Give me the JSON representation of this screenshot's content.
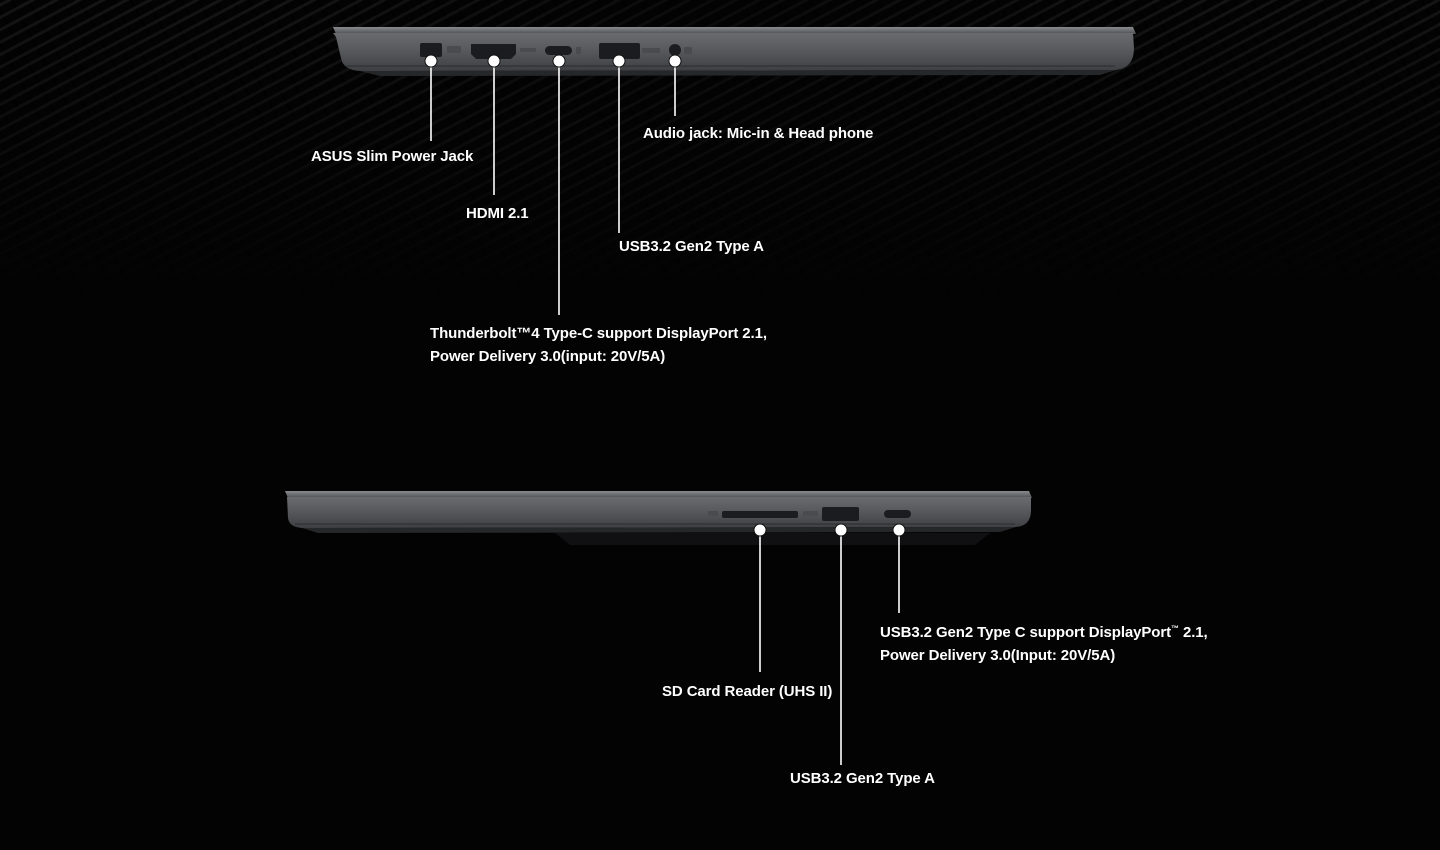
{
  "colors": {
    "background": "#030303",
    "laptop_body": "#5a5b5f",
    "laptop_lid": "#6b6c70",
    "port": "#1b1c1f",
    "callout": "#ffffff"
  },
  "left_side": {
    "labels": {
      "power_jack": "ASUS Slim Power Jack",
      "hdmi": "HDMI 2.1",
      "thunderbolt_line1": "Thunderbolt™4 Type-C support DisplayPort 2.1,",
      "thunderbolt_line2": "Power Delivery 3.0(input: 20V/5A)",
      "usb_a": "USB3.2 Gen2 Type A",
      "audio_jack": "Audio jack: Mic-in & Head phone"
    }
  },
  "right_side": {
    "labels": {
      "sd_card": "SD Card Reader (UHS II)",
      "usb_a": "USB3.2 Gen2 Type A",
      "usb_c_line1": "USB3.2 Gen2 Type C support DisplayPort",
      "usb_c_tm": "™",
      "usb_c_line1_end": " 2.1,",
      "usb_c_line2": "Power Delivery 3.0(Input: 20V/5A)"
    }
  }
}
